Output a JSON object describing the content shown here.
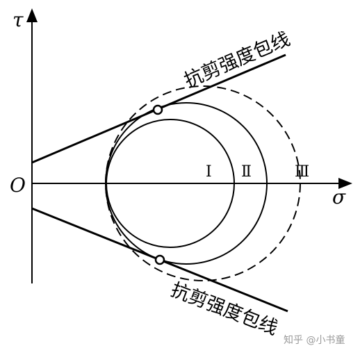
{
  "axes": {
    "y_label": "τ",
    "x_label": "σ",
    "origin_label": "O"
  },
  "envelope": {
    "upper_label": "抗剪强度包线",
    "lower_label": "抗剪强度包线"
  },
  "circles": [
    {
      "id": "I",
      "label": "Ⅰ",
      "style": "solid"
    },
    {
      "id": "II",
      "label": "Ⅱ",
      "style": "solid"
    },
    {
      "id": "III",
      "label": "Ⅲ",
      "style": "dashed"
    }
  ],
  "watermark": {
    "text": "知乎 @小书童"
  },
  "colors": {
    "ink": "#000000",
    "watermark": "#9a9a9a",
    "background": "#ffffff"
  }
}
